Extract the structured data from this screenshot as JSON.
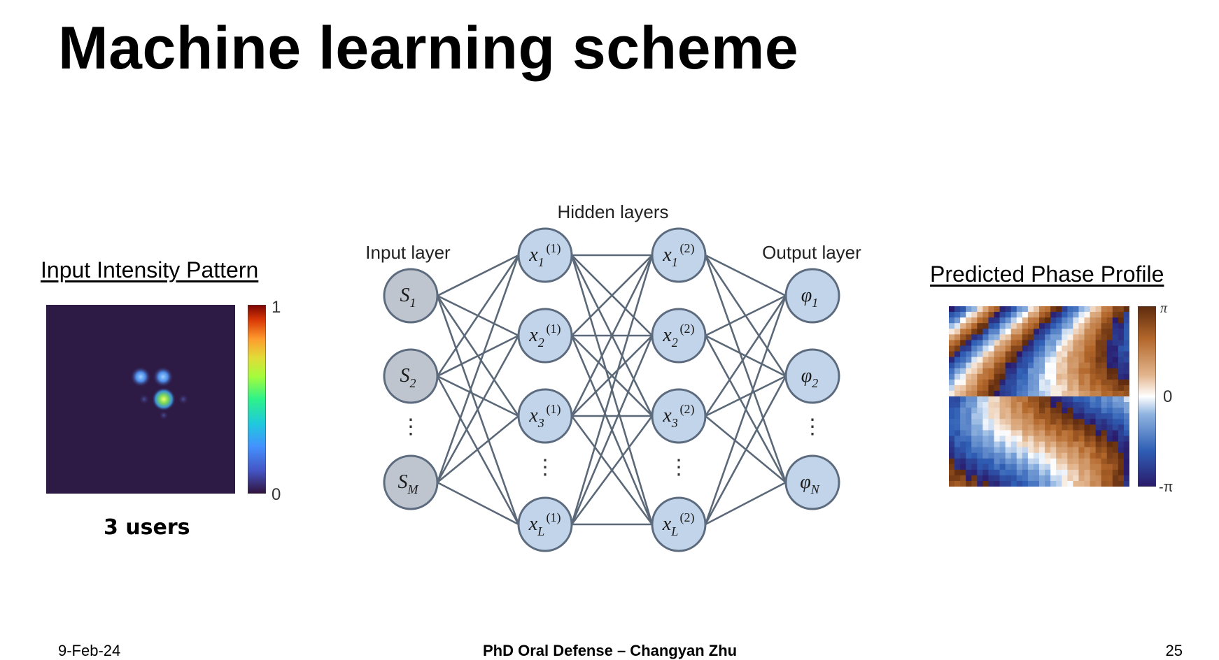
{
  "slide": {
    "title": "Machine learning scheme",
    "footer_date": "9-Feb-24",
    "footer_center": "PhD Oral Defense – Changyan Zhu",
    "page_number": "25"
  },
  "input_panel": {
    "title": "Input Intensity Pattern",
    "colorbar_max": "1",
    "colorbar_min": "0",
    "caption": "3 users"
  },
  "network": {
    "hidden_label": "Hidden layers",
    "input_label": "Input layer",
    "output_label": "Output layer",
    "input_nodes": [
      {
        "sym": "S",
        "sub": "1"
      },
      {
        "sym": "S",
        "sub": "2"
      },
      {
        "sym": "S",
        "sub": "M"
      }
    ],
    "hidden1_nodes": [
      {
        "sym": "x",
        "sub": "1",
        "sup": "(1)"
      },
      {
        "sym": "x",
        "sub": "2",
        "sup": "(1)"
      },
      {
        "sym": "x",
        "sub": "3",
        "sup": "(1)"
      },
      {
        "sym": "x",
        "sub": "L",
        "sup": "(1)"
      }
    ],
    "hidden2_nodes": [
      {
        "sym": "x",
        "sub": "1",
        "sup": "(2)"
      },
      {
        "sym": "x",
        "sub": "2",
        "sup": "(2)"
      },
      {
        "sym": "x",
        "sub": "3",
        "sup": "(2)"
      },
      {
        "sym": "x",
        "sub": "L",
        "sup": "(2)"
      }
    ],
    "output_nodes": [
      {
        "sym": "φ",
        "sub": "1"
      },
      {
        "sym": "φ",
        "sub": "2"
      },
      {
        "sym": "φ",
        "sub": "N"
      }
    ],
    "ellipsis": "⋮"
  },
  "output_panel": {
    "title": "Predicted Phase Profile",
    "colorbar_max": "π",
    "colorbar_mid": "0",
    "colorbar_min": "-π"
  },
  "colors": {
    "input_node": "#bfc5cf",
    "hidden_node": "#c2d4ea",
    "node_stroke": "#5d6b7e",
    "edge": "#5b6878",
    "heatmap_bg": "#2d1a45"
  }
}
